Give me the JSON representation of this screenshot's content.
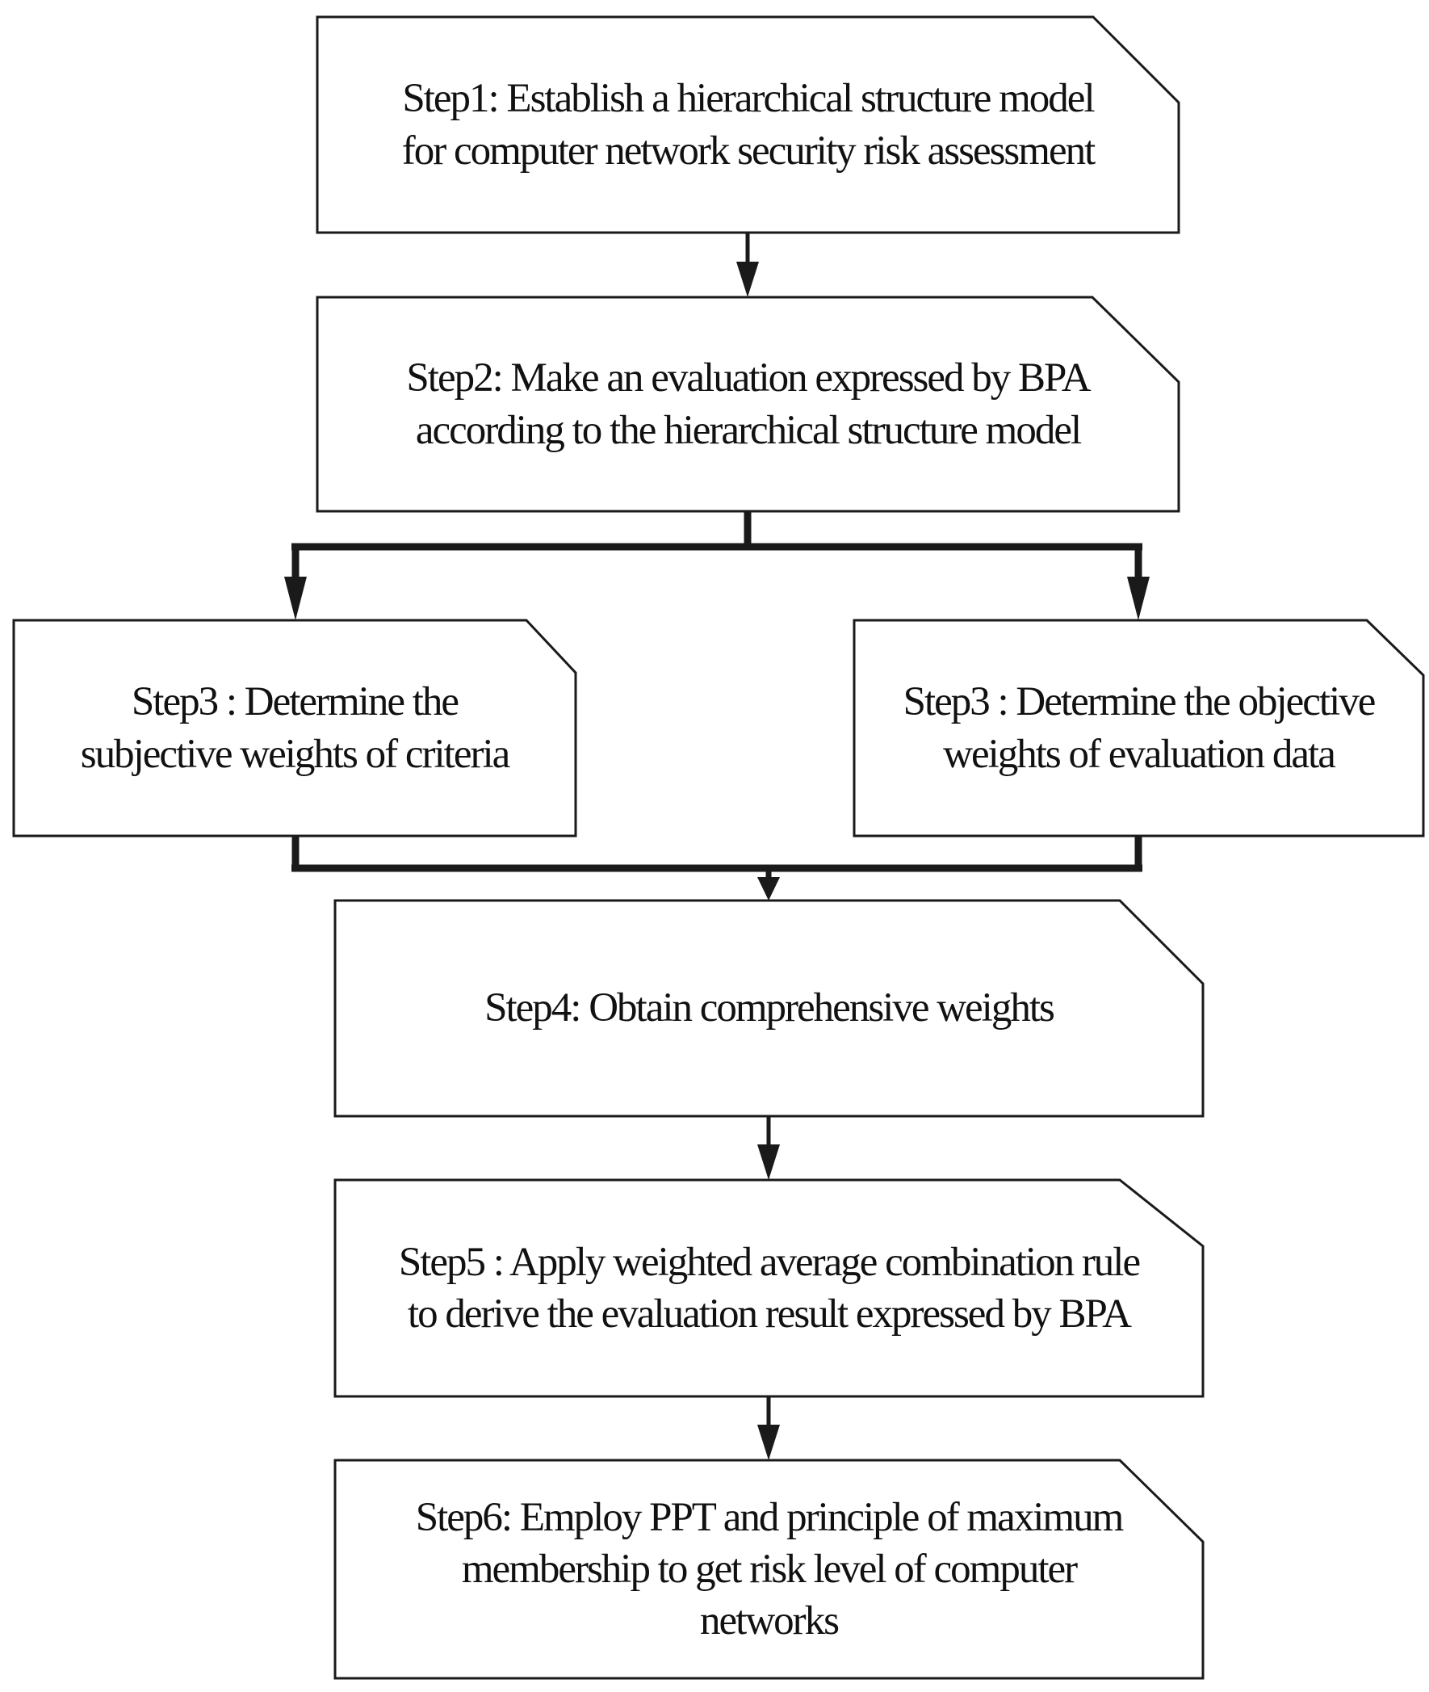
{
  "figure": {
    "type": "flowchart",
    "colors": {
      "background": "#ffffff",
      "stroke": "#1a1a1a",
      "text": "#111111",
      "node_fill": "#ffffff"
    },
    "nodes": [
      {
        "id": "step1",
        "label": "Step1: Establish a hierarchical structure model\nfor computer network security risk assessment"
      },
      {
        "id": "step2",
        "label": "Step2: Make an evaluation expressed by BPA\naccording to the hierarchical structure model"
      },
      {
        "id": "step3-left",
        "label": "Step3 : Determine the\nsubjective weights of criteria"
      },
      {
        "id": "step3-right",
        "label": "Step3 : Determine the objective\nweights of evaluation data"
      },
      {
        "id": "step4",
        "label": "Step4: Obtain comprehensive weights"
      },
      {
        "id": "step5",
        "label": "Step5 : Apply weighted average combination rule\nto derive the evaluation result expressed by BPA"
      },
      {
        "id": "step6",
        "label": "Step6: Employ PPT and principle of maximum\nmembership to get risk level of computer\nnetworks"
      }
    ],
    "edges": [
      {
        "from": "step1",
        "to": "step2"
      },
      {
        "from": "step2",
        "to": "step3-left"
      },
      {
        "from": "step2",
        "to": "step3-right"
      },
      {
        "from": "step3-left",
        "to": "step4"
      },
      {
        "from": "step3-right",
        "to": "step4"
      },
      {
        "from": "step4",
        "to": "step5"
      },
      {
        "from": "step5",
        "to": "step6"
      }
    ]
  }
}
